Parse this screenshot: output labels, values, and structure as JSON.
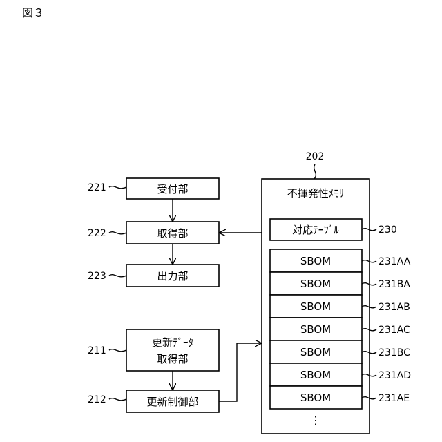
{
  "figure_title": "図３",
  "memory": {
    "ref": "202",
    "label": "不揮発性ﾒﾓﾘ",
    "table": {
      "label": "対応ﾃｰﾌﾞﾙ",
      "ref": "230"
    },
    "sbom_entries": [
      {
        "label": "SBOM",
        "ref": "231AA"
      },
      {
        "label": "SBOM",
        "ref": "231BA"
      },
      {
        "label": "SBOM",
        "ref": "231AB"
      },
      {
        "label": "SBOM",
        "ref": "231AC"
      },
      {
        "label": "SBOM",
        "ref": "231BC"
      },
      {
        "label": "SBOM",
        "ref": "231AD"
      },
      {
        "label": "SBOM",
        "ref": "231AE"
      }
    ],
    "ellipsis": "⋮"
  },
  "blocks": {
    "receiver": {
      "label": "受付部",
      "ref": "221"
    },
    "acquirer": {
      "label": "取得部",
      "ref": "222"
    },
    "output": {
      "label": "出力部",
      "ref": "223"
    },
    "update_data_acquirer": {
      "label_line1": "更新ﾃﾞｰﾀ",
      "label_line2": "取得部",
      "ref": "211"
    },
    "update_controller": {
      "label": "更新制御部",
      "ref": "212"
    }
  }
}
